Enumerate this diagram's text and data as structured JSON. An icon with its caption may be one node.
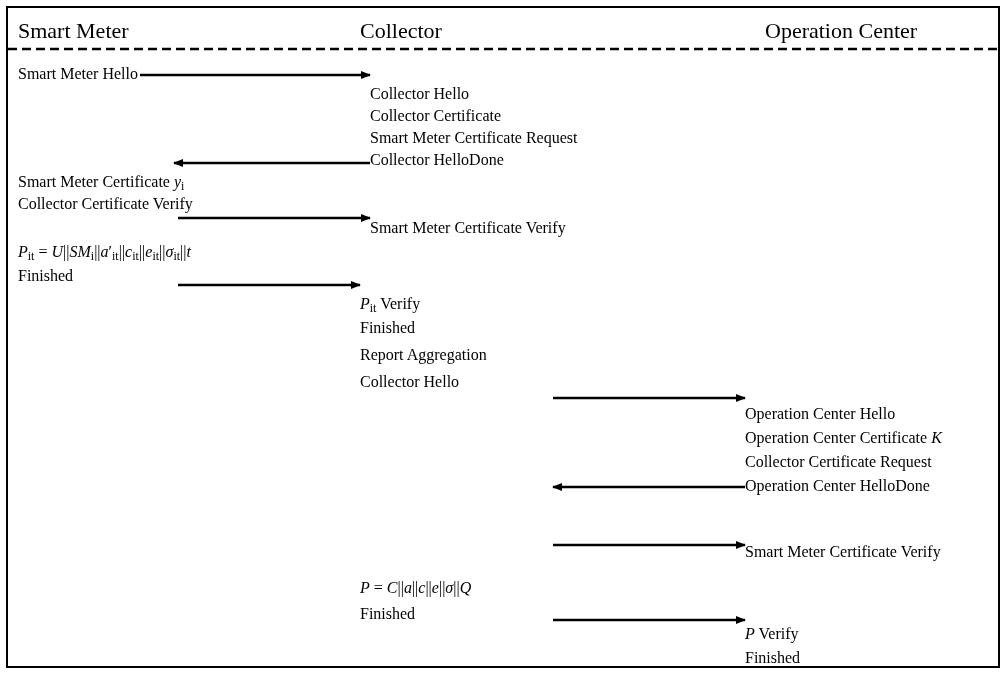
{
  "diagram": {
    "nodes": [
      {
        "text": [
          "Smart Meter Hello"
        ]
      },
      {
        "text": [
          "Collector Hello"
        ]
      },
      {
        "text": [
          "Collector Certificate"
        ]
      },
      {
        "text": [
          "Smart Meter Certificate Request"
        ]
      },
      {
        "text": [
          "Collector HelloDone"
        ]
      },
      {
        "text": [
          "Smart Meter Certificate *y*$_{i}$"
        ]
      },
      {
        "text": [
          "Collector Certificate Verify"
        ]
      },
      {
        "text": [
          "Smart Meter Certificate Verify"
        ]
      },
      {
        "text": [
          "*P*$_{it}$ = *U*||*SM*$_{i}$||*a*′$_{it}$||*c*$_{it}$||*e*$_{it}$||*σ*$_{it}$||*t*"
        ]
      },
      {
        "text": [
          "Finished"
        ]
      },
      {
        "text": [
          "*P*$_{it}$ Verify"
        ]
      },
      {
        "text": [
          "Finished"
        ]
      },
      {
        "text": [
          "Report Aggregation"
        ]
      },
      {
        "text": [
          "Collector Hello"
        ]
      },
      {
        "text": [
          "Operation Center Hello"
        ]
      },
      {
        "text": [
          "Operation Center Certificate *K*"
        ]
      },
      {
        "text": [
          "Collector Certificate Request"
        ]
      },
      {
        "text": [
          "Operation Center HelloDone"
        ]
      },
      {
        "text": [
          "Smart Meter Certificate Verify"
        ]
      },
      {
        "text": [
          "*P* = *C*||*a*||*c*||*e*||*σ*||*Q*"
        ]
      },
      {
        "text": [
          "Finished"
        ]
      },
      {
        "text": [
          "*P* Verify"
        ]
      },
      {
        "text": [
          "Finished"
        ]
      }
    ],
    "edges": [
      {
        "from": 0,
        "to": 1,
        "arrow": "to"
      },
      {
        "from": 4,
        "to": 5,
        "arrow": "to"
      },
      {
        "from": 6,
        "to": 7,
        "arrow": "to"
      },
      {
        "from": null,
        "to": 10,
        "arrow": "to"
      },
      {
        "from": null,
        "to": 14,
        "arrow": "to"
      },
      {
        "from": 17,
        "to": null,
        "arrow": "to"
      },
      {
        "from": null,
        "to": 18,
        "arrow": "to"
      },
      {
        "from": null,
        "to": 21,
        "arrow": "to"
      }
    ],
    "labels": [
      "Smart Meter",
      "Collector",
      "Operation Center"
    ]
  }
}
